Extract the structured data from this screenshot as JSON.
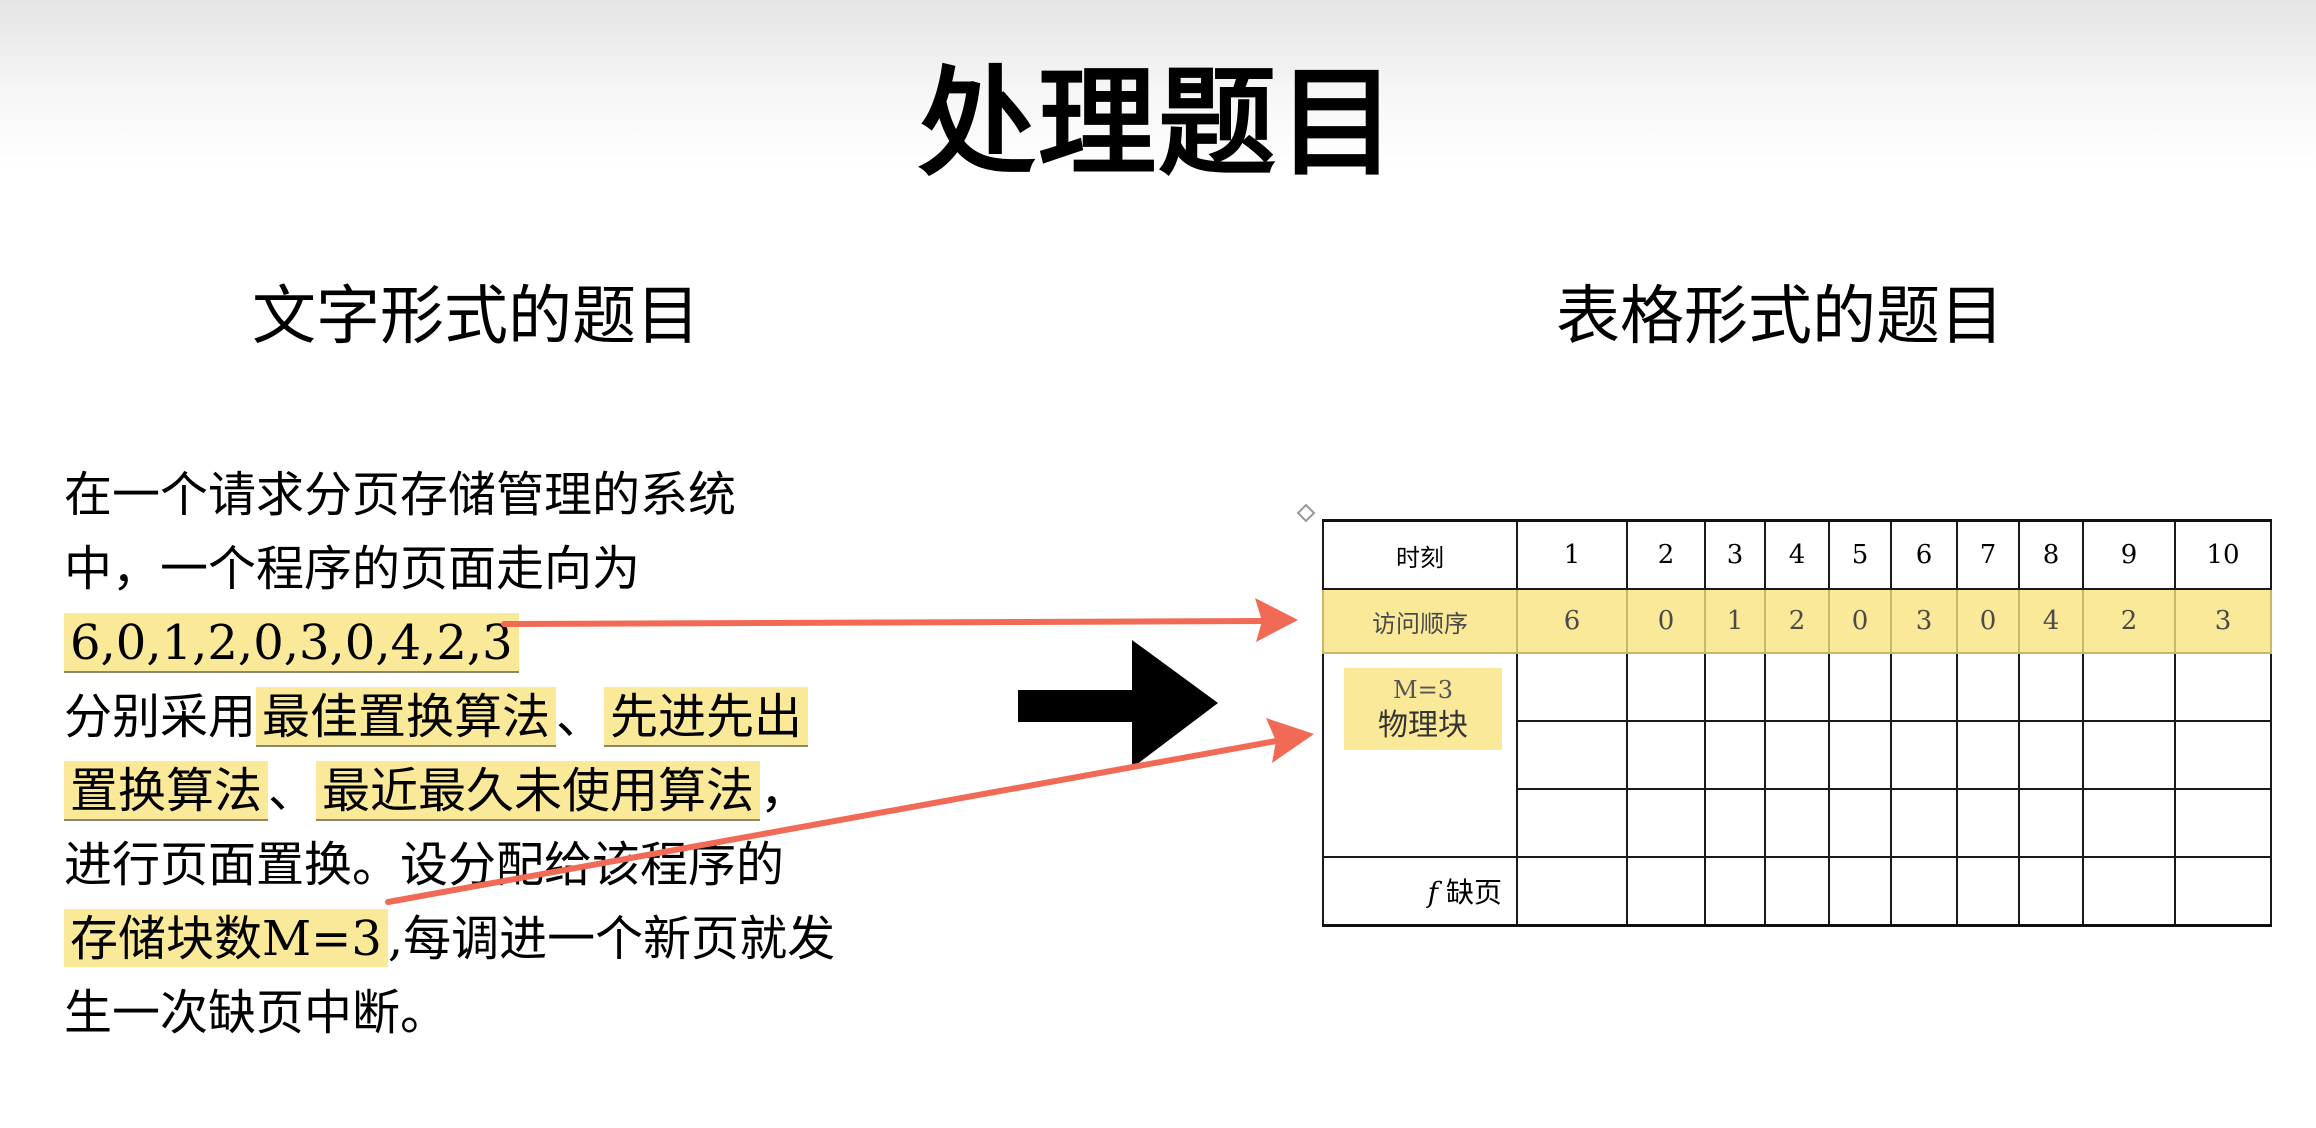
{
  "title": "处理题目",
  "left_heading": "文字形式的题目",
  "right_heading": "表格形式的题目",
  "problem": {
    "l1": "在一个请求分页存储管理的系统",
    "l2": "中，一个程序的页面走向为",
    "sequence": "6,0,1,2,0,3,0,4,2,3",
    "l4_prefix": "分别采用",
    "algo1": "最佳置换算法",
    "sep": "、",
    "algo2a": "先进先出",
    "algo2b": "置换算法",
    "algo3": "最近最久未使用算法",
    "comma": "，",
    "l6": "进行页面置换。设分配给该程序的",
    "blocks": "存储块数M=3",
    "l7_suffix": ",每调进一个新页就发",
    "l8": "生一次缺页中断。"
  },
  "table": {
    "time_label": "时刻",
    "times": [
      "1",
      "2",
      "3",
      "4",
      "5",
      "6",
      "7",
      "8",
      "9",
      "10"
    ],
    "seq_label": "访问顺序",
    "seq": [
      "6",
      "0",
      "1",
      "2",
      "0",
      "3",
      "0",
      "4",
      "2",
      "3"
    ],
    "m_label": "M=3",
    "block_label": "物理块",
    "f_symbol": "f",
    "fault_label": "缺页"
  },
  "colors": {
    "highlight": "#fbe99a",
    "arrow_red": "#f06a56",
    "big_arrow": "#000000"
  }
}
